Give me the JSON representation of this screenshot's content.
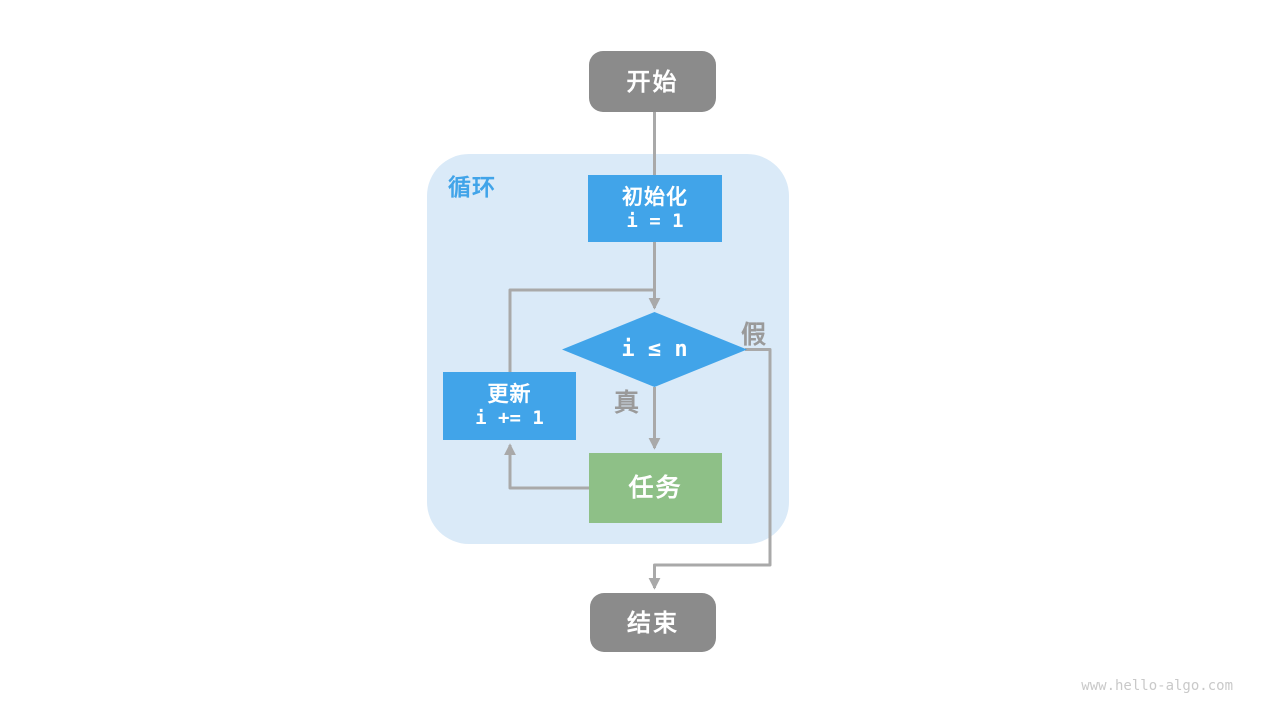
{
  "page": {
    "watermark": "www.hello-algo.com"
  },
  "colors": {
    "node_gray": "#8B8B8B",
    "node_blue": "#41A4E9",
    "node_green": "#8EC087",
    "container_bg": "#DAEAF8",
    "container_label": "#41A4E9",
    "connector": "#A9A9A9",
    "branch_label": "#9A9A9A",
    "watermark": "#C9C9C9",
    "text_on_node": "#FFFFFF",
    "page_bg": "#FFFFFF"
  },
  "diagram": {
    "type": "flowchart",
    "container": {
      "label": "循环"
    },
    "nodes": {
      "start": {
        "label": "开始"
      },
      "init": {
        "label": "初始化",
        "code": "i = 1"
      },
      "condition": {
        "label": "i ≤ n"
      },
      "task": {
        "label": "任务"
      },
      "update": {
        "label": "更新",
        "code": "i += 1"
      },
      "end": {
        "label": "结束"
      }
    },
    "branch_labels": {
      "true": "真",
      "false": "假"
    },
    "edges": [
      {
        "from": "start",
        "to": "init"
      },
      {
        "from": "init",
        "to": "condition"
      },
      {
        "from": "condition",
        "to": "task",
        "label": "真"
      },
      {
        "from": "task",
        "to": "update"
      },
      {
        "from": "update",
        "to": "condition"
      },
      {
        "from": "condition",
        "to": "end",
        "label": "假"
      }
    ]
  }
}
